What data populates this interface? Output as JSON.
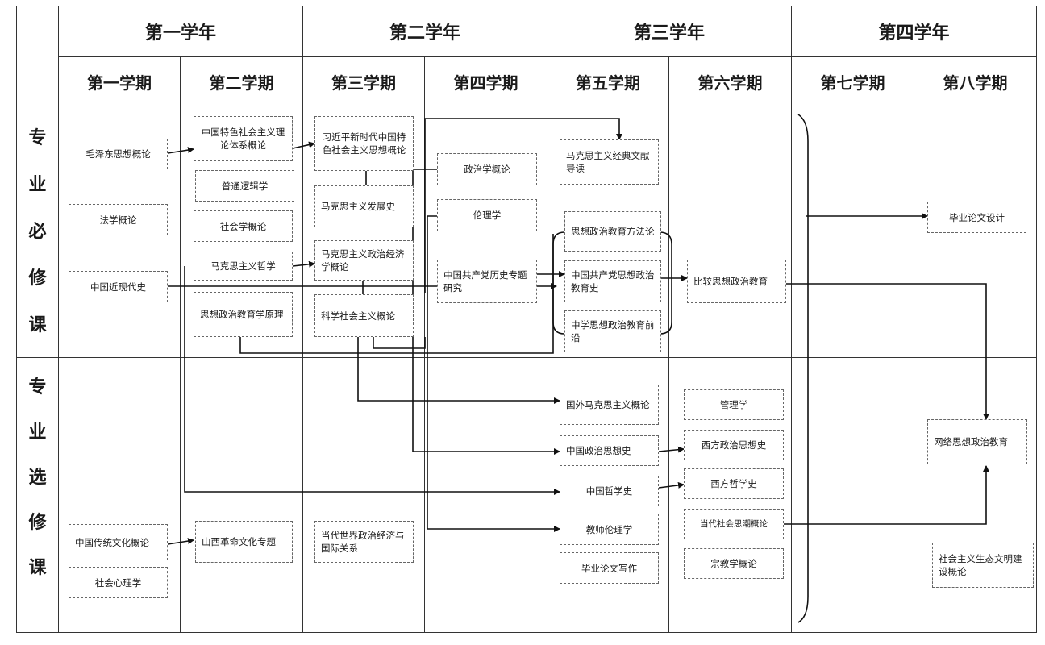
{
  "top_caption": "",
  "years": [
    "第一学年",
    "第二学年",
    "第三学年",
    "第四学年"
  ],
  "semesters": [
    "第一学期",
    "第二学期",
    "第三学期",
    "第四学期",
    "第五学期",
    "第六学期",
    "第七学期",
    "第八学期"
  ],
  "categories": {
    "required": [
      "专",
      "业",
      "必",
      "修",
      "课"
    ],
    "elective": [
      "专",
      "业",
      "选",
      "修",
      "课"
    ]
  },
  "courses": {
    "maozedong": "毛泽东思想概论",
    "law_intro": "法学概论",
    "modern_history": "中国近现代史",
    "chinese_culture": "中国传统文化概论",
    "social_psychology": "社会心理学",
    "socialism_theory": "中国特色社会主义理论体系概论",
    "logic": "普通逻辑学",
    "sociology": "社会学概论",
    "marxist_philosophy": "马克思主义哲学",
    "ped_principles": "思想政治教育学原理",
    "shanxi_revolution": "山西革命文化专题",
    "xi_thought": "习近平新时代中国特色社会主义思想概论",
    "marxism_development": "马克思主义发展史",
    "political_economy": "马克思主义政治经济学概论",
    "scientific_socialism": "科学社会主义概论",
    "world_politics": "当代世界政治经济与国际关系",
    "politics_intro": "政治学概论",
    "ethics": "伦理学",
    "cpc_history_topics": "中国共产党历史专题研究",
    "marxist_classics": "马克思主义经典文献导读",
    "ped_methods": "思想政治教育方法论",
    "cpc_ped_history": "中国共产党思想政治教育史",
    "middle_school_ped": "中学思想政治教育前沿",
    "foreign_marxism": "国外马克思主义概论",
    "chinese_political_thought": "中国政治思想史",
    "chinese_philosophy": "中国哲学史",
    "teacher_ethics": "教师伦理学",
    "thesis_writing": "毕业论文写作",
    "comparative_ped": "比较思想政治教育",
    "management": "管理学",
    "western_political_thought": "西方政治思想史",
    "western_philosophy": "西方哲学史",
    "social_trends": "当代社会思潮概论",
    "religion": "宗教学概论",
    "thesis_design": "毕业论文设计",
    "online_ped": "网络思想政治教育",
    "ecological_civilization": "社会主义生态文明建设概论"
  }
}
